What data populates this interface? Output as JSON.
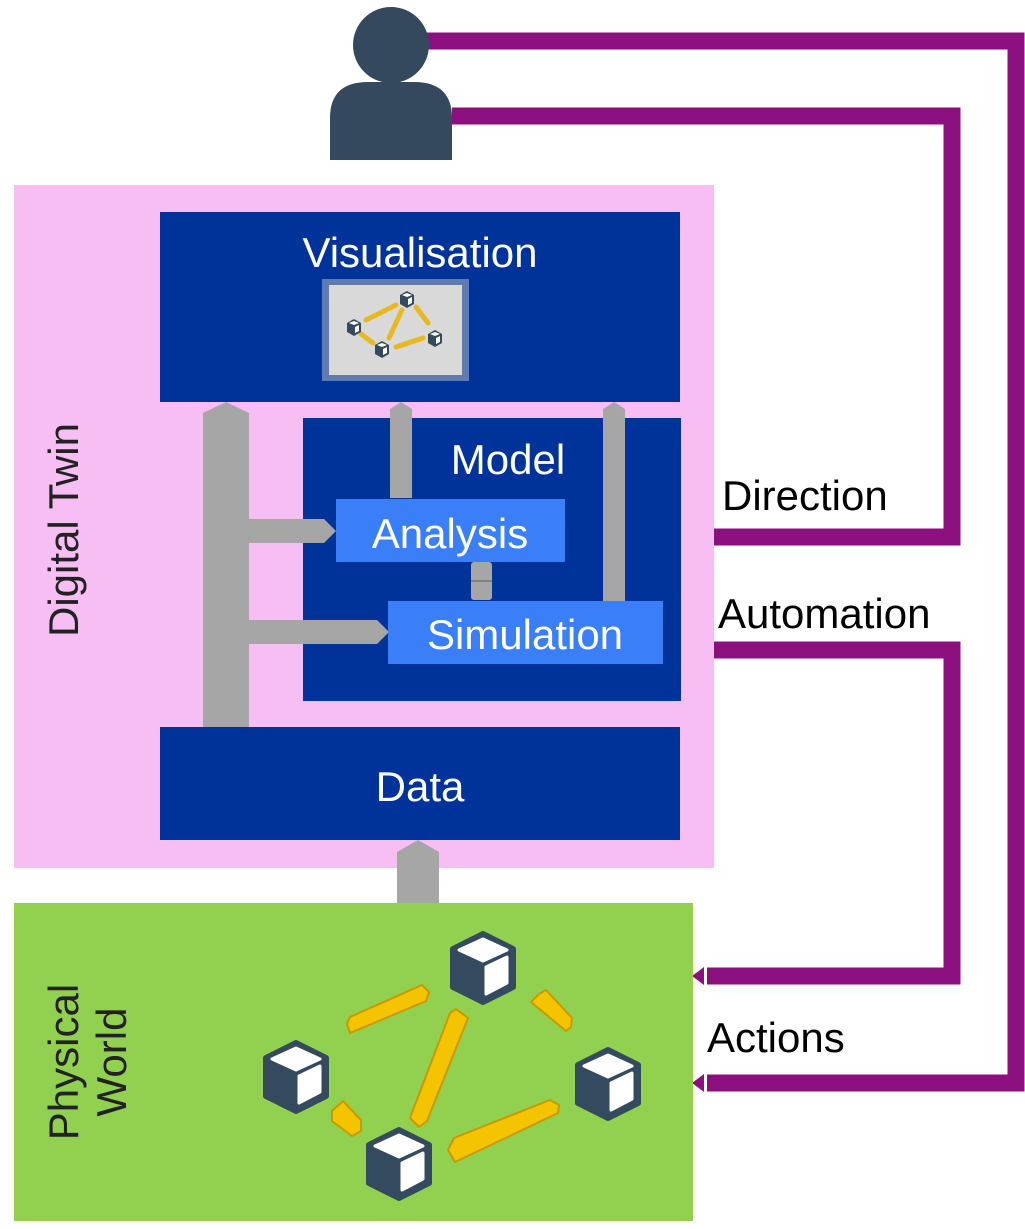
{
  "colors": {
    "digital_twin_bg": "#f6bef2",
    "physical_world_bg": "#92d050",
    "layer_blue": "#003399",
    "module_blue": "#3a7ff7",
    "connector_gray": "#a6a6a6",
    "loop_purple": "#8c0f7f",
    "device_slate": "#344a5e",
    "link_yellow": "#f5c400",
    "user_slate": "#34495e"
  },
  "digital_twin": {
    "label": "Digital Twin"
  },
  "physical_world": {
    "label_line1": "Physical",
    "label_line2": "World"
  },
  "layers": {
    "visualisation": "Visualisation",
    "model": "Model",
    "analysis": "Analysis",
    "simulation": "Simulation",
    "data": "Data"
  },
  "feedback": {
    "direction": "Direction",
    "automation": "Automation",
    "actions": "Actions"
  },
  "icons": {
    "user": "user-icon",
    "device": "cube-icon",
    "network_thumbnail": "network-thumbnail-icon"
  }
}
